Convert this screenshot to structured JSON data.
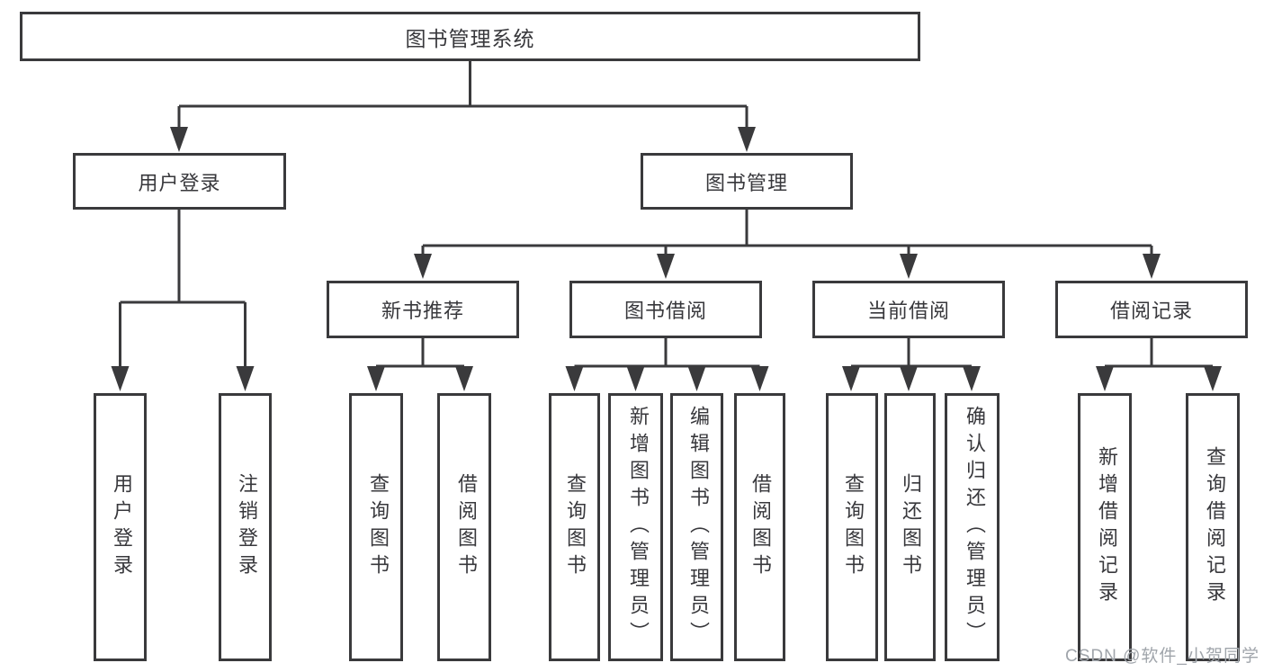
{
  "diagram_title": "图书管理系统",
  "tree": {
    "root": {
      "label": "图书管理系统"
    },
    "children": [
      {
        "label": "用户登录",
        "children": [
          {
            "label": "用户登录"
          },
          {
            "label": "注销登录"
          }
        ]
      },
      {
        "label": "图书管理",
        "children": [
          {
            "label": "新书推荐",
            "children": [
              {
                "label": "查询图书"
              },
              {
                "label": "借阅图书"
              }
            ]
          },
          {
            "label": "图书借阅",
            "children": [
              {
                "label": "查询图书"
              },
              {
                "label": "新增图书（管理员）"
              },
              {
                "label": "编辑图书（管理员）"
              },
              {
                "label": "借阅图书"
              }
            ]
          },
          {
            "label": "当前借阅",
            "children": [
              {
                "label": "查询图书"
              },
              {
                "label": "归还图书"
              },
              {
                "label": "确认归还（管理员）"
              }
            ]
          },
          {
            "label": "借阅记录",
            "children": [
              {
                "label": "新增借阅记录"
              },
              {
                "label": "查询借阅记录"
              }
            ]
          }
        ]
      }
    ]
  },
  "watermark": {
    "text": "CSDN @软件_小贺同学"
  },
  "colors": {
    "line": "#3a3a3c",
    "text": "#38383c",
    "watermark": "#a0a5ab",
    "background": "#ffffff"
  }
}
